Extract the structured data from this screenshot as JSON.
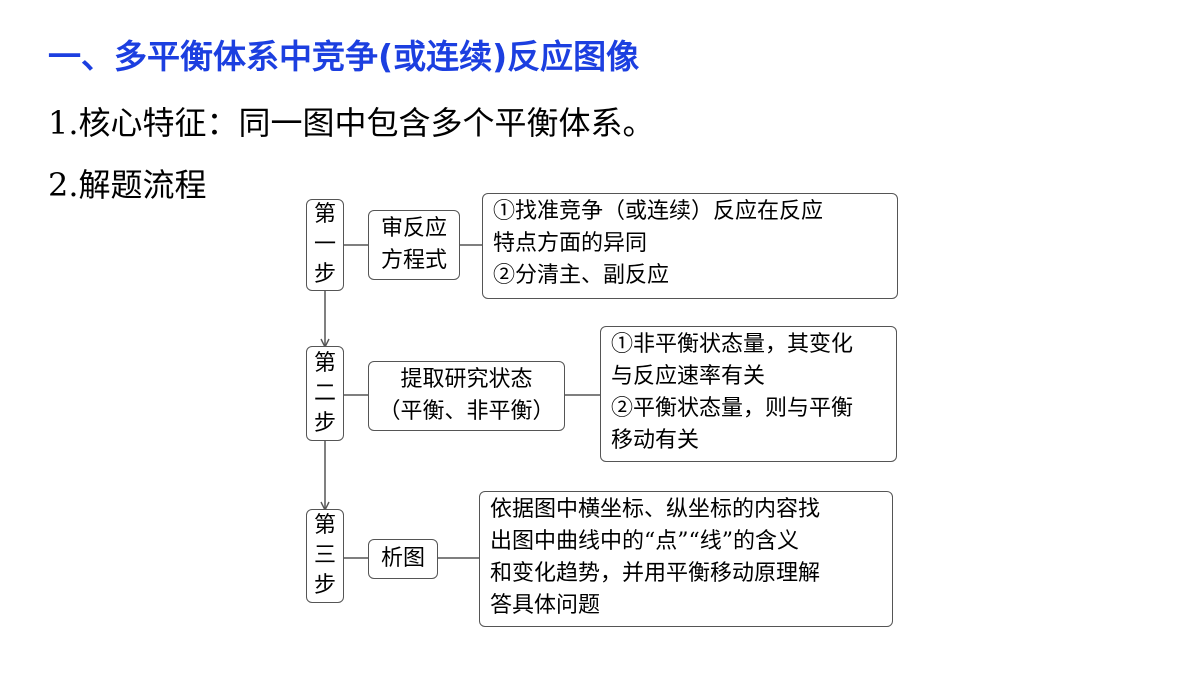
{
  "title": "一、多平衡体系中竞争(或连续)反应图像",
  "feature": "1.核心特征：同一图中包含多个平衡体系。",
  "process_heading": "2.解题流程",
  "steps": [
    {
      "step_chars": [
        "第",
        "一",
        "步"
      ],
      "middle": [
        "审反应",
        "方程式"
      ],
      "desc": [
        "①找准竞争（或连续）反应在反应",
        "特点方面的异同",
        "②分清主、副反应"
      ]
    },
    {
      "step_chars": [
        "第",
        "二",
        "步"
      ],
      "middle": [
        "提取研究状态",
        "（平衡、非平衡）"
      ],
      "desc": [
        "①非平衡状态量，其变化",
        "与反应速率有关",
        "②平衡状态量，则与平衡",
        "移动有关"
      ]
    },
    {
      "step_chars": [
        "第",
        "三",
        "步"
      ],
      "middle": [
        "析图"
      ],
      "desc": [
        "依据图中横坐标、纵坐标的内容找",
        "出图中曲线中的“点”“线”的含义",
        "和变化趋势，并用平衡移动原理解",
        "答具体问题"
      ]
    }
  ],
  "colors": {
    "title": "#1c3fe0",
    "border": "#555555"
  }
}
